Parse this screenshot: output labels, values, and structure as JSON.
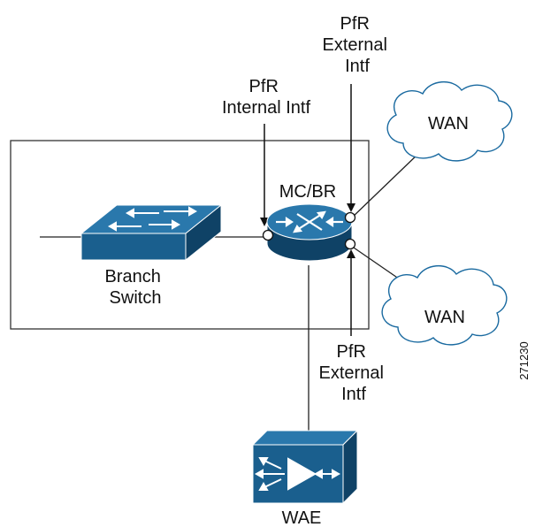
{
  "labels": {
    "pfr_external_top": [
      "PfR",
      "External",
      "Intf"
    ],
    "pfr_internal": [
      "PfR",
      "Internal Intf"
    ],
    "mc_br": "MC/BR",
    "branch_switch": [
      "Branch",
      "Switch"
    ],
    "wan_top": "WAN",
    "wan_bottom": "WAN",
    "pfr_external_bottom": [
      "PfR",
      "External",
      "Intf"
    ],
    "wae": "WAE",
    "figure_id": "271230"
  },
  "colors": {
    "device_blue": "#1a5f8e",
    "device_dark": "#0f4266",
    "cloud_stroke": "#1a6aa0",
    "line": "#222222"
  }
}
